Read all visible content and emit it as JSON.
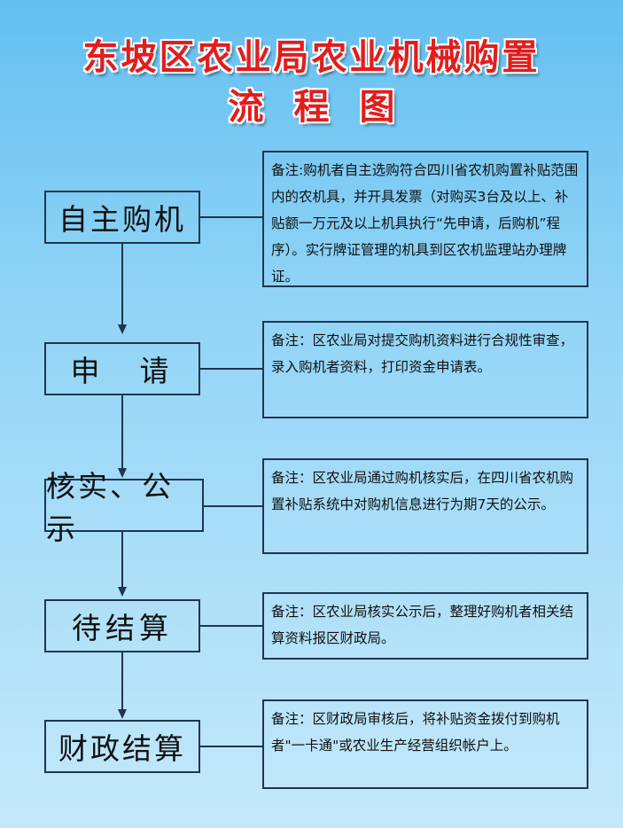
{
  "title": {
    "line1": "东坡区农业局农业机械购置",
    "line2": "流程图"
  },
  "steps": [
    {
      "label": "自主购机",
      "note": "备注:购机者自主选购符合四川省农机购置补贴范围内的农机具，并开具发票（对购买3台及以上、补贴额一万元及以上机具执行“先申请，后购机”程序）。实行牌证管理的机具到区农机监理站办理牌证。"
    },
    {
      "label": "申　请",
      "note": "备注：区农业局对提交购机资料进行合规性审查，录入购机者资料，打印资金申请表。"
    },
    {
      "label": "核实、公示",
      "note": "备注：区农业局通过购机核实后，在四川省农机购置补贴系统中对购机信息进行为期7天的公示。"
    },
    {
      "label": "待结算",
      "note": "备注：区农业局核实公示后，整理好购机者相关结算资料报区财政局。"
    },
    {
      "label": "财政结算",
      "note": "备注：区财政局审核后，将补贴资金拨付到购机者\"一卡通\"或农业生产经营组织帐户上。"
    }
  ]
}
